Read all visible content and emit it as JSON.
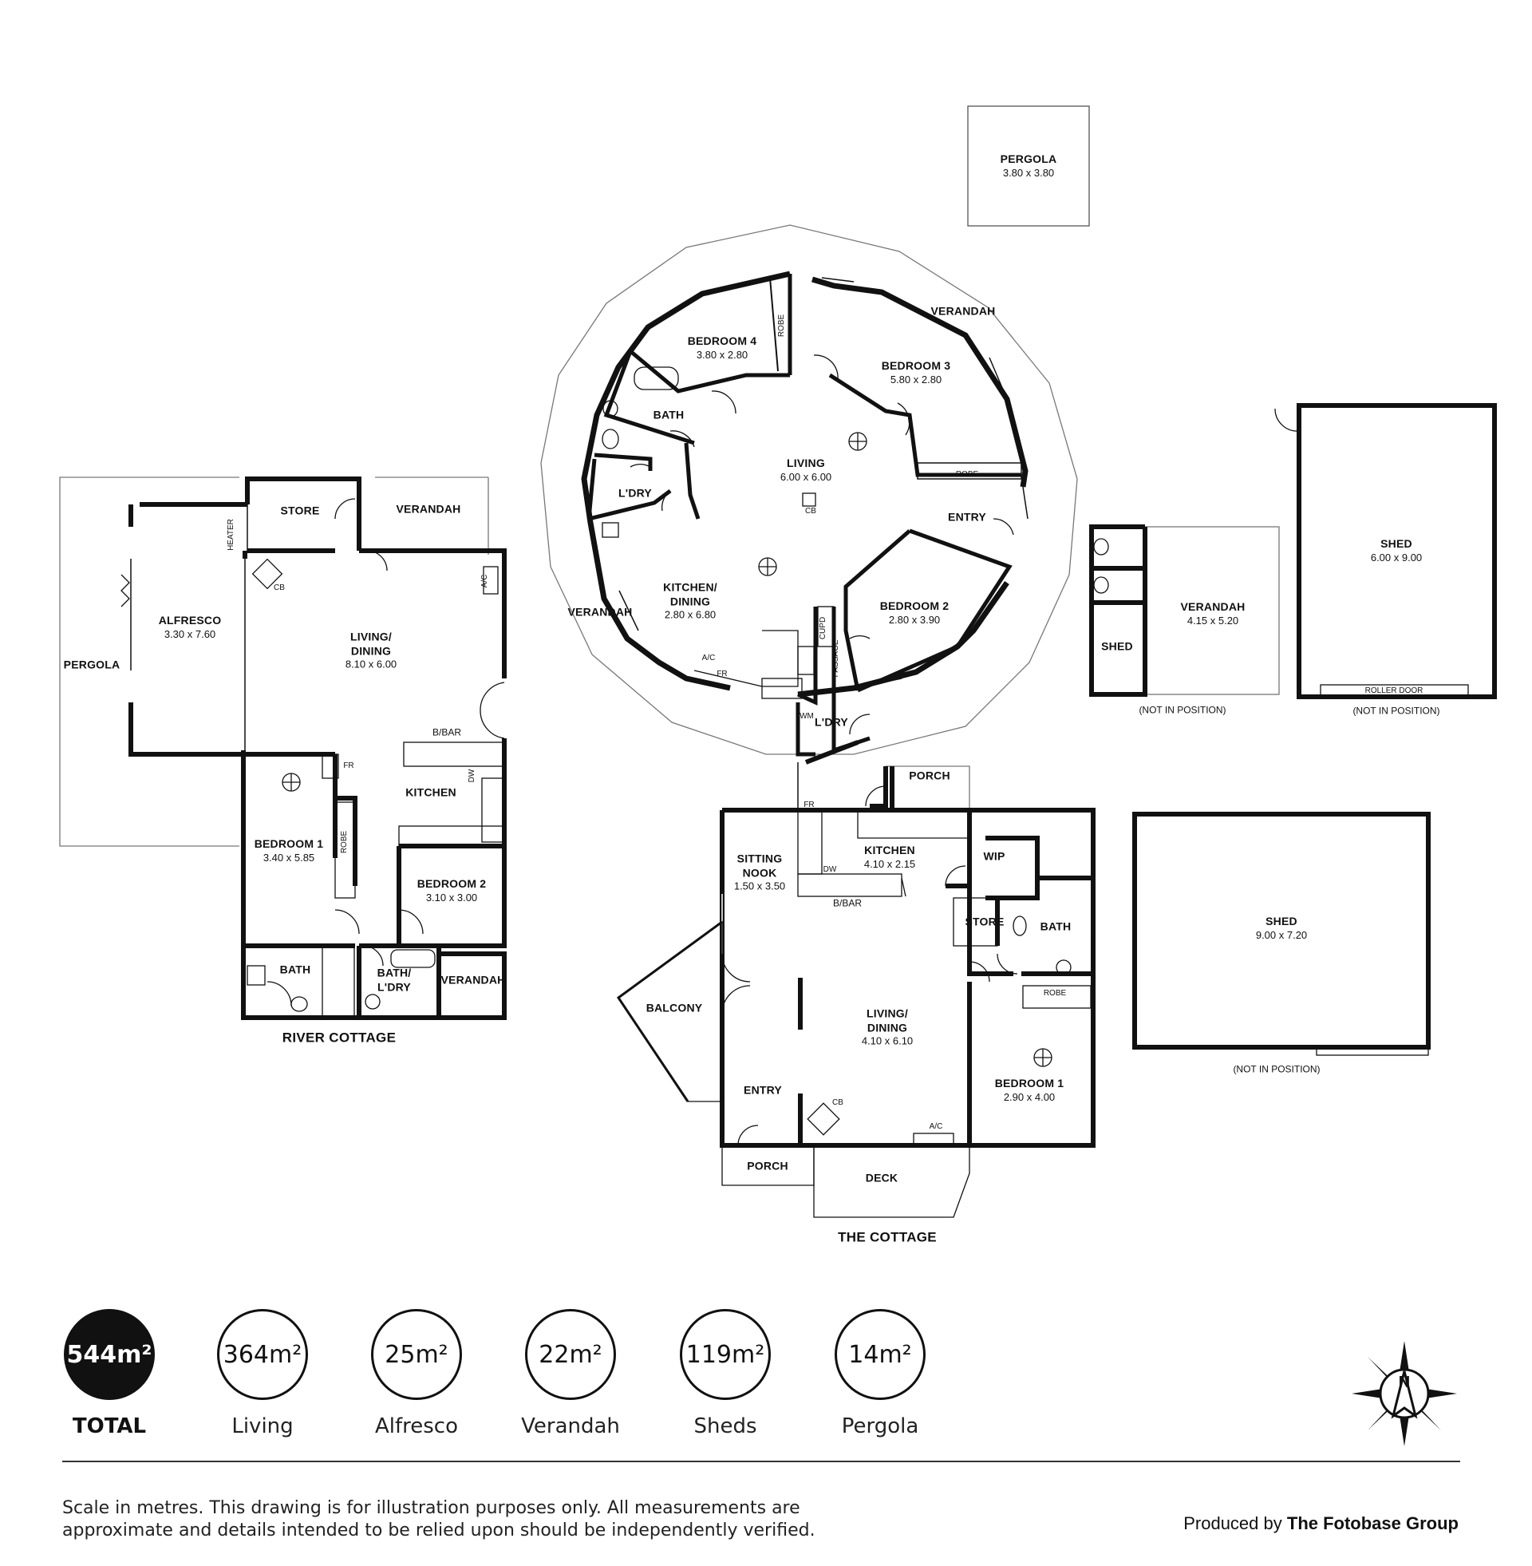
{
  "main_house": {
    "pergola_top": {
      "name": "PERGOLA",
      "dims": "3.80 x 3.80"
    },
    "verandah_outer_ne": "VERANDAH",
    "verandah_outer_sw": "VERANDAH",
    "bedroom4": {
      "name": "BEDROOM 4",
      "dims": "3.80 x 2.80",
      "robe": "ROBE"
    },
    "bedroom3": {
      "name": "BEDROOM 3",
      "dims": "5.80 x 2.80",
      "robe": "ROBE"
    },
    "bath": "BATH",
    "living": {
      "name": "LIVING",
      "dims": "6.00 x 6.00",
      "cb": "CB"
    },
    "ldry": "L'DRY",
    "entry": "ENTRY",
    "kitchen": {
      "name1": "KITCHEN/",
      "name2": "DINING",
      "dims": "2.80 x 6.80"
    },
    "bedroom2": {
      "name": "BEDROOM 2",
      "dims": "2.80 x 3.90"
    },
    "cupd": "CUPD",
    "passage": "PASSAGE",
    "ac": "A/C",
    "fr": "FR",
    "wm": "WM",
    "ldry2": "L'DRY"
  },
  "river_cottage": {
    "title": "RIVER COTTAGE",
    "store": "STORE",
    "verandah_top": "VERANDAH",
    "heater": "HEATER",
    "cb": "CB",
    "ac": "A/C",
    "alfresco": {
      "name": "ALFRESCO",
      "dims": "3.30 x 7.60"
    },
    "pergola": "PERGOLA",
    "living": {
      "name1": "LIVING/",
      "name2": "DINING",
      "dims": "8.10 x 6.00"
    },
    "bbar": "B/BAR",
    "kitchen": "KITCHEN",
    "fr": "FR",
    "dw": "DW",
    "bedroom1": {
      "name": "BEDROOM 1",
      "dims": "3.40 x 5.85"
    },
    "robe": "ROBE",
    "bedroom2": {
      "name": "BEDROOM 2",
      "dims": "3.10 x 3.00"
    },
    "bath": "BATH",
    "bath_ldry1": "BATH/",
    "bath_ldry2": "L'DRY",
    "verandah_bottom": "VERANDAH"
  },
  "the_cottage": {
    "title": "THE COTTAGE",
    "porch_top": "PORCH",
    "fr": "FR",
    "sitting": {
      "name1": "SITTING",
      "name2": "NOOK",
      "dims": "1.50 x 3.50"
    },
    "kitchen": {
      "name": "KITCHEN",
      "dims": "4.10 x 2.15"
    },
    "dw": "DW",
    "bbar": "B/BAR",
    "wip": "WIP",
    "store": "STORE",
    "bath": "BATH",
    "robe": "ROBE",
    "balcony": "BALCONY",
    "living": {
      "name1": "LIVING/",
      "name2": "DINING",
      "dims": "4.10 x 6.10"
    },
    "entry": "ENTRY",
    "cb": "CB",
    "ac": "A/C",
    "bedroom1": {
      "name": "BEDROOM 1",
      "dims": "2.90 x 4.00"
    },
    "porch_bottom": "PORCH",
    "deck": "DECK"
  },
  "outbuildings": {
    "verandah_small": {
      "name": "VERANDAH",
      "dims": "4.15 x 5.20"
    },
    "shed_small": "SHED",
    "not_in_position_1": "(NOT IN POSITION)",
    "shed_large": {
      "name": "SHED",
      "dims": "6.00 x 9.00",
      "roller": "ROLLER DOOR"
    },
    "not_in_position_2": "(NOT IN POSITION)",
    "shed_lower": {
      "name": "SHED",
      "dims": "9.00 x 7.20"
    },
    "not_in_position_3": "(NOT IN POSITION)"
  },
  "stats": [
    {
      "value": "544m²",
      "label": "TOTAL"
    },
    {
      "value": "364m²",
      "label": "Living"
    },
    {
      "value": "25m²",
      "label": "Alfresco"
    },
    {
      "value": "22m²",
      "label": "Verandah"
    },
    {
      "value": "119m²",
      "label": "Sheds"
    },
    {
      "value": "14m²",
      "label": "Pergola"
    }
  ],
  "compass_letter": "N",
  "footer": {
    "disclaimer_line1": "Scale in metres. This drawing is for illustration purposes only. All measurements are",
    "disclaimer_line2": "approximate and details intended to be relied upon should be independently verified.",
    "produced_by": "Produced by",
    "company": "The Fotobase Group"
  }
}
